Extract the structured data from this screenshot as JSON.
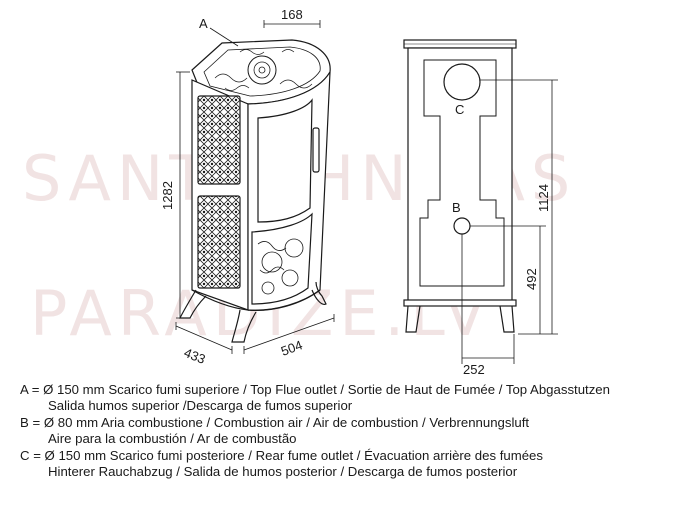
{
  "watermark": [
    "SANTECHNIKAS",
    "PARADIZE.LV"
  ],
  "dimensions": {
    "top_width": "168",
    "height": "1282",
    "depth": "433",
    "width": "504",
    "rear_c_height": "1124",
    "rear_b_height": "492",
    "base_spacing": "252"
  },
  "labels": {
    "a": "A",
    "b": "B",
    "c": "C"
  },
  "legend": [
    {
      "line1": "A = Ø 150 mm  Scarico fumi superiore / Top Flue outlet / Sortie de Haut de Fumée / Top Abgasstutzen",
      "line2": "Salida humos superior /Descarga de fumos superior"
    },
    {
      "line1": "B = Ø 80 mm  Aria combustione / Combustion air / Air de combustion / Verbrennungsluft",
      "line2": "Aire para la combustión / Ar de combustão"
    },
    {
      "line1": "C = Ø 150 mm  Scarico fumi posteriore / Rear fume outlet / Évacuation arrière des fumées",
      "line2": "Hinterer Rauchabzug / Salida de humos posterior / Descarga de fumos posterior"
    }
  ],
  "colors": {
    "line": "#1a1a1a",
    "watermark": "#f1e3e3",
    "background": "#ffffff"
  }
}
